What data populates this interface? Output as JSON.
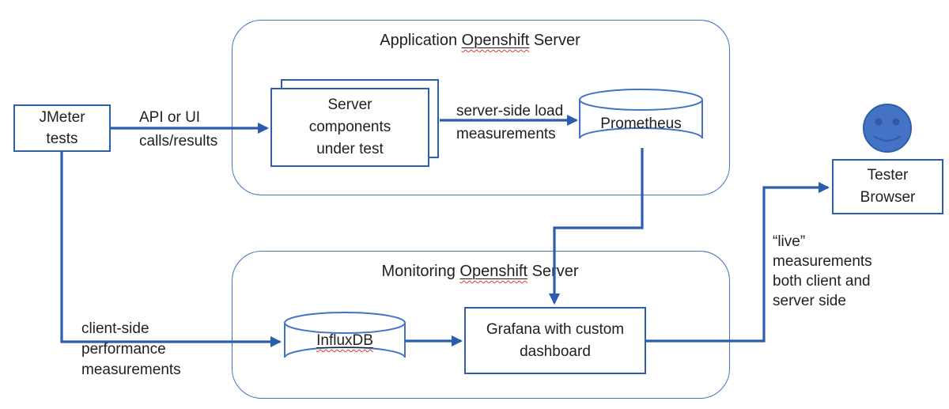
{
  "diagram": {
    "containers": {
      "application": {
        "title_prefix": "Application ",
        "title_underlined": "Openshift",
        "title_suffix": " Server"
      },
      "monitoring": {
        "title_prefix": "Monitoring ",
        "title_underlined": "Openshift",
        "title_suffix": " Server"
      }
    },
    "nodes": {
      "jmeter": {
        "label": "JMeter\ntests"
      },
      "server_components": {
        "label": "Server\ncomponents\nunder test"
      },
      "prometheus": {
        "label": "Prometheus"
      },
      "influxdb": {
        "label": "InfluxDB"
      },
      "grafana": {
        "label": "Grafana with custom\ndashboard"
      },
      "tester_browser": {
        "label": "Tester\nBrowser"
      }
    },
    "edge_labels": {
      "api_calls": "API or UI\ncalls/results",
      "server_side": "server-side load\nmeasurements",
      "client_side": "client-side\nperformance\nmeasurements",
      "live": "“live”\nmeasurements\nboth client and\nserver side"
    },
    "icons": {
      "smiley": "smiley-face-icon",
      "prometheus_shape": "database-cylinder-icon",
      "influxdb_shape": "database-cylinder-icon"
    },
    "colors": {
      "arrow": "#2b5cad",
      "node_border": "#2e5fa8",
      "container_border": "#4472c4",
      "smiley_fill": "#4472c4",
      "smiley_stroke": "#2e5fa8",
      "spellcheck_squiggle": "#d93a2b",
      "text": "#1f1f1f",
      "background": "#ffffff"
    }
  }
}
